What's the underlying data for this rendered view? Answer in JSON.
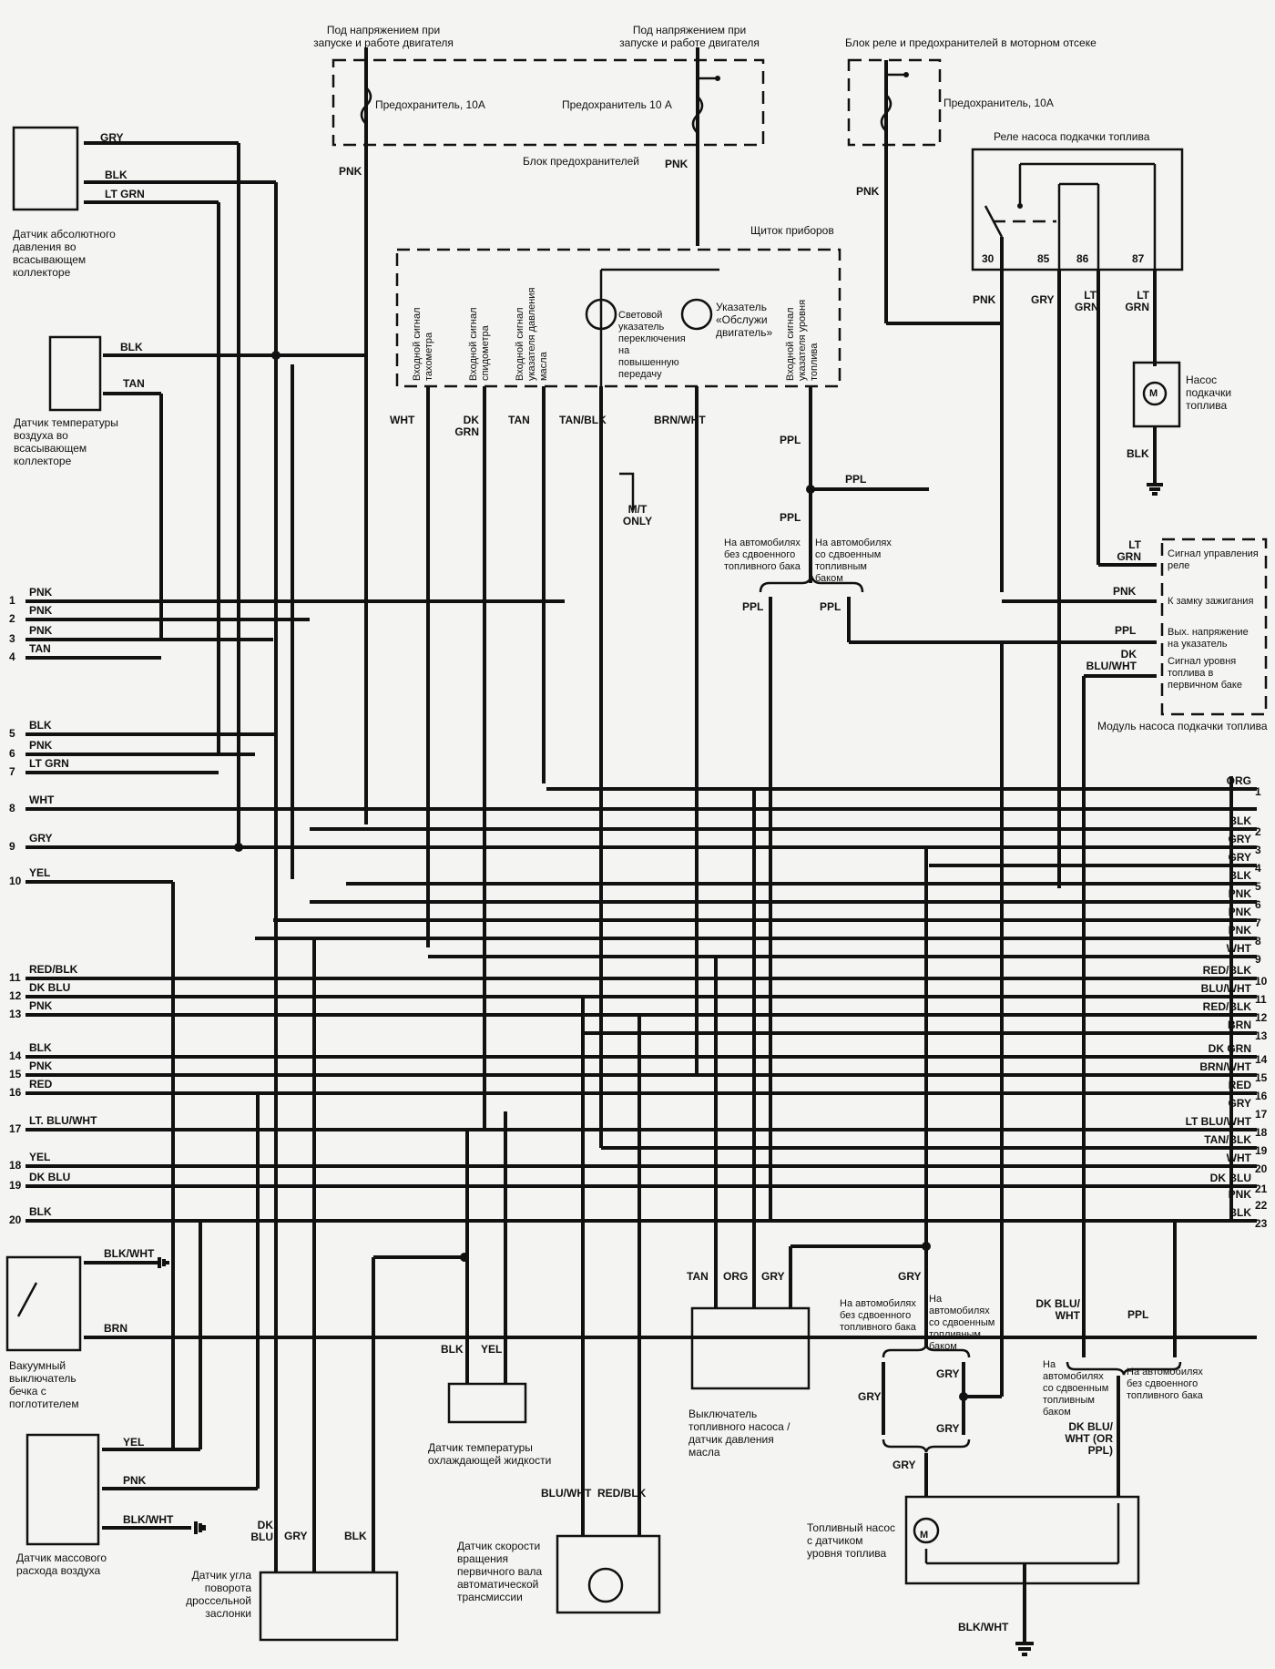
{
  "fuse_block": {
    "left_supply": "Под напряжением при запуске и работе двигателя",
    "right_supply": "Под напряжением при запуске и работе двигателя",
    "fuse_left": "Предохранитель, 10А",
    "fuse_right": "Предохранитель 10 А",
    "title": "Блок предохранителей",
    "wire_left": "PNK",
    "wire_right": "PNK"
  },
  "engine_fuse_block": {
    "title": "Блок реле и предохранителей в моторном отсеке",
    "fuse": "Предохранитель, 10А",
    "wire": "PNK"
  },
  "fuel_pump_relay": {
    "title": "Реле насоса подкачки топлива",
    "pins": [
      "30",
      "85",
      "86",
      "87"
    ],
    "wires": [
      "PNK",
      "GRY",
      "LT GRN",
      "LT GRN"
    ]
  },
  "prime_pump": {
    "label": "Насос подкачки топлива",
    "motor": "M",
    "wire": "BLK"
  },
  "map_sensor": {
    "label": "Датчик абсолютного давления во всасывающем коллекторе",
    "wires": [
      "GRY",
      "BLK",
      "LT GRN"
    ]
  },
  "iat_sensor": {
    "label": "Датчик температуры воздуха во всасывающем коллекторе",
    "wires": [
      "BLK",
      "TAN"
    ]
  },
  "cluster": {
    "title": "Щиток приборов",
    "inputs": [
      {
        "label": "Входной сигнал тахометра",
        "wire": "WHT"
      },
      {
        "label": "Входной сигнал спидометра",
        "wire": "DK GRN"
      },
      {
        "label": "Входной сигнал указателя давления масла",
        "wire": "TAN"
      },
      {
        "label": "Световой указатель переключения на повышенную передачу",
        "wire": "TAN/BLK"
      },
      {
        "label": "Указатель «Обслужи двигатель»",
        "wire": "BRN/WHT"
      },
      {
        "label": "Входной сигнал указателя уровня топлива",
        "wire": "PPL"
      }
    ],
    "mt_only": "M/T ONLY"
  },
  "ppl_branch": {
    "wire_top": "PPL",
    "wire_right": "PPL",
    "wire_mid": "PPL",
    "no_dual": "На автомобилях без сдвоенного топливного бака",
    "dual": "На автомобилях со сдвоенным топливным баком",
    "wire_a": "PPL",
    "wire_b": "PPL"
  },
  "prime_module": {
    "title": "Модуль насоса подкачки топлива",
    "pins": [
      {
        "label": "Сигнал управления реле",
        "wire": "LT GRN"
      },
      {
        "label": "К замку зажигания",
        "wire": "PNK"
      },
      {
        "label": "Вых. напряжение на указатель",
        "wire": "PPL"
      },
      {
        "label": "Сигнал уровня топлива в первичном баке",
        "wire": "DK BLU/WHT"
      }
    ]
  },
  "left_connector": [
    {
      "n": "1",
      "wire": "PNK"
    },
    {
      "n": "2",
      "wire": "PNK"
    },
    {
      "n": "3",
      "wire": "PNK"
    },
    {
      "n": "4",
      "wire": "TAN"
    },
    {
      "n": "5",
      "wire": "BLK"
    },
    {
      "n": "6",
      "wire": "PNK"
    },
    {
      "n": "7",
      "wire": "LT GRN"
    },
    {
      "n": "8",
      "wire": "WHT"
    },
    {
      "n": "9",
      "wire": "GRY"
    },
    {
      "n": "10",
      "wire": "YEL"
    },
    {
      "n": "11",
      "wire": "RED/BLK"
    },
    {
      "n": "12",
      "wire": "DK BLU"
    },
    {
      "n": "13",
      "wire": "PNK"
    },
    {
      "n": "14",
      "wire": "BLK"
    },
    {
      "n": "15",
      "wire": "PNK"
    },
    {
      "n": "16",
      "wire": "RED"
    },
    {
      "n": "17",
      "wire": "LT. BLU/WHT"
    },
    {
      "n": "18",
      "wire": "YEL"
    },
    {
      "n": "19",
      "wire": "DK BLU"
    },
    {
      "n": "20",
      "wire": "BLK"
    }
  ],
  "right_connector": [
    {
      "n": "1",
      "wire": "ORG"
    },
    {
      "n": "2",
      "wire": "BLK"
    },
    {
      "n": "3",
      "wire": "GRY"
    },
    {
      "n": "4",
      "wire": "GRY"
    },
    {
      "n": "5",
      "wire": "BLK"
    },
    {
      "n": "6",
      "wire": "PNK"
    },
    {
      "n": "7",
      "wire": "PNK"
    },
    {
      "n": "8",
      "wire": "PNK"
    },
    {
      "n": "9",
      "wire": "WHT"
    },
    {
      "n": "10",
      "wire": "RED/BLK"
    },
    {
      "n": "11",
      "wire": "BLU/WHT"
    },
    {
      "n": "12",
      "wire": "RED/BLK"
    },
    {
      "n": "13",
      "wire": "BRN"
    },
    {
      "n": "14",
      "wire": "DK GRN"
    },
    {
      "n": "15",
      "wire": "BRN/WHT"
    },
    {
      "n": "16",
      "wire": "RED"
    },
    {
      "n": "17",
      "wire": "GRY"
    },
    {
      "n": "18",
      "wire": "LT BLU/WHT"
    },
    {
      "n": "19",
      "wire": "TAN/BLK"
    },
    {
      "n": "20",
      "wire": "WHT"
    },
    {
      "n": "21",
      "wire": "DK BLU"
    },
    {
      "n": "22",
      "wire": "PNK"
    },
    {
      "n": "23",
      "wire": "BLK"
    }
  ],
  "vacuum_switch": {
    "label": "Вакуумный выключатель бечка с поглотителем",
    "wires": [
      "BLK/WHT",
      "BRN"
    ]
  },
  "maf_sensor": {
    "label": "Датчик массового расхода воздуха",
    "wires": [
      "YEL",
      "PNK",
      "BLK/WHT"
    ]
  },
  "tps_sensor": {
    "label": "Датчик угла поворота дроссельной заслонки",
    "wires": [
      "DK BLU",
      "GRY",
      "BLK"
    ]
  },
  "ect_sensor": {
    "label": "Датчик температуры охлаждающей жидкости",
    "wires": [
      "BLK",
      "YEL"
    ]
  },
  "speed_sensor": {
    "label": "Датчик скорости вращения первичного вала автоматической трансмиссии",
    "wires": [
      "BLU/WHT",
      "RED/BLK"
    ]
  },
  "oil_switch": {
    "label": "Выключатель топливного насоса /датчик давления масла",
    "wires": [
      "TAN",
      "ORG",
      "GRY"
    ]
  },
  "gry_branch": {
    "wire_top": "GRY",
    "no_dual": "На автомобилях без сдвоенного топливного бака",
    "dual": "На автомобилях со сдвоенным топливным баком",
    "wire_left": "GRY",
    "wire_r1": "GRY",
    "wire_r2": "GRY",
    "wire_bottom": "GRY"
  },
  "level_branch": {
    "wire_a": "DK BLU/ WHT",
    "wire_b": "PPL",
    "dual": "На автомобилях со сдвоенным топливным баком",
    "no_dual": "На автомобилях без сдвоенного топливного бака",
    "wire_bottom": "DK BLU/ WHT (OR PPL)"
  },
  "fuel_pump": {
    "label": "Топливный насос с датчиком уровня топлива",
    "motor": "M",
    "ground_wire": "BLK/WHT"
  }
}
